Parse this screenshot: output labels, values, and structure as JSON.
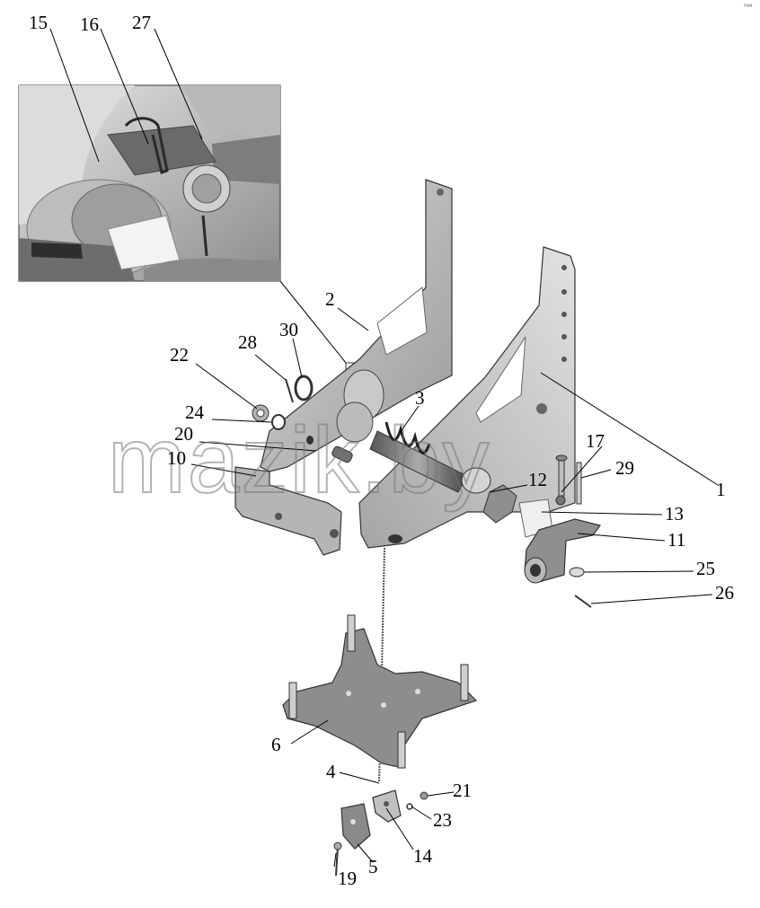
{
  "corner_mark": "ᵐᵃᵃ",
  "watermark": "mazik.by",
  "callouts": {
    "c1": "1",
    "c2": "2",
    "c3": "3",
    "c4": "4",
    "c5": "5",
    "c6": "6",
    "c10": "10",
    "c11": "11",
    "c12": "12",
    "c13": "13",
    "c14": "14",
    "c15": "15",
    "c16": "16",
    "c17": "17",
    "c19": "19",
    "c20": "20",
    "c21": "21",
    "c22": "22",
    "c23": "23",
    "c24": "24",
    "c25": "25",
    "c26": "26",
    "c27": "27",
    "c28": "28",
    "c29": "29",
    "c30": "30"
  }
}
